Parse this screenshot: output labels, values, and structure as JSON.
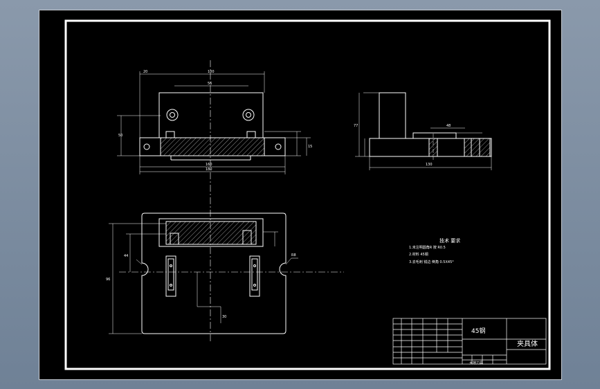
{
  "window": {
    "title": ""
  },
  "notes": {
    "heading": "技术 要求",
    "items": [
      "1.未注明圆角R 按 R0.5",
      "2.材料 45钢",
      "3.去毛刺 锐边 倒角 0.5X45°"
    ]
  },
  "title_block": {
    "material": "45钢",
    "part_name": "夹具体",
    "school": "大地刀具"
  },
  "colors": {
    "background": "#000000",
    "outline": "#ffffff",
    "outer_bg": "#7f90a5"
  }
}
